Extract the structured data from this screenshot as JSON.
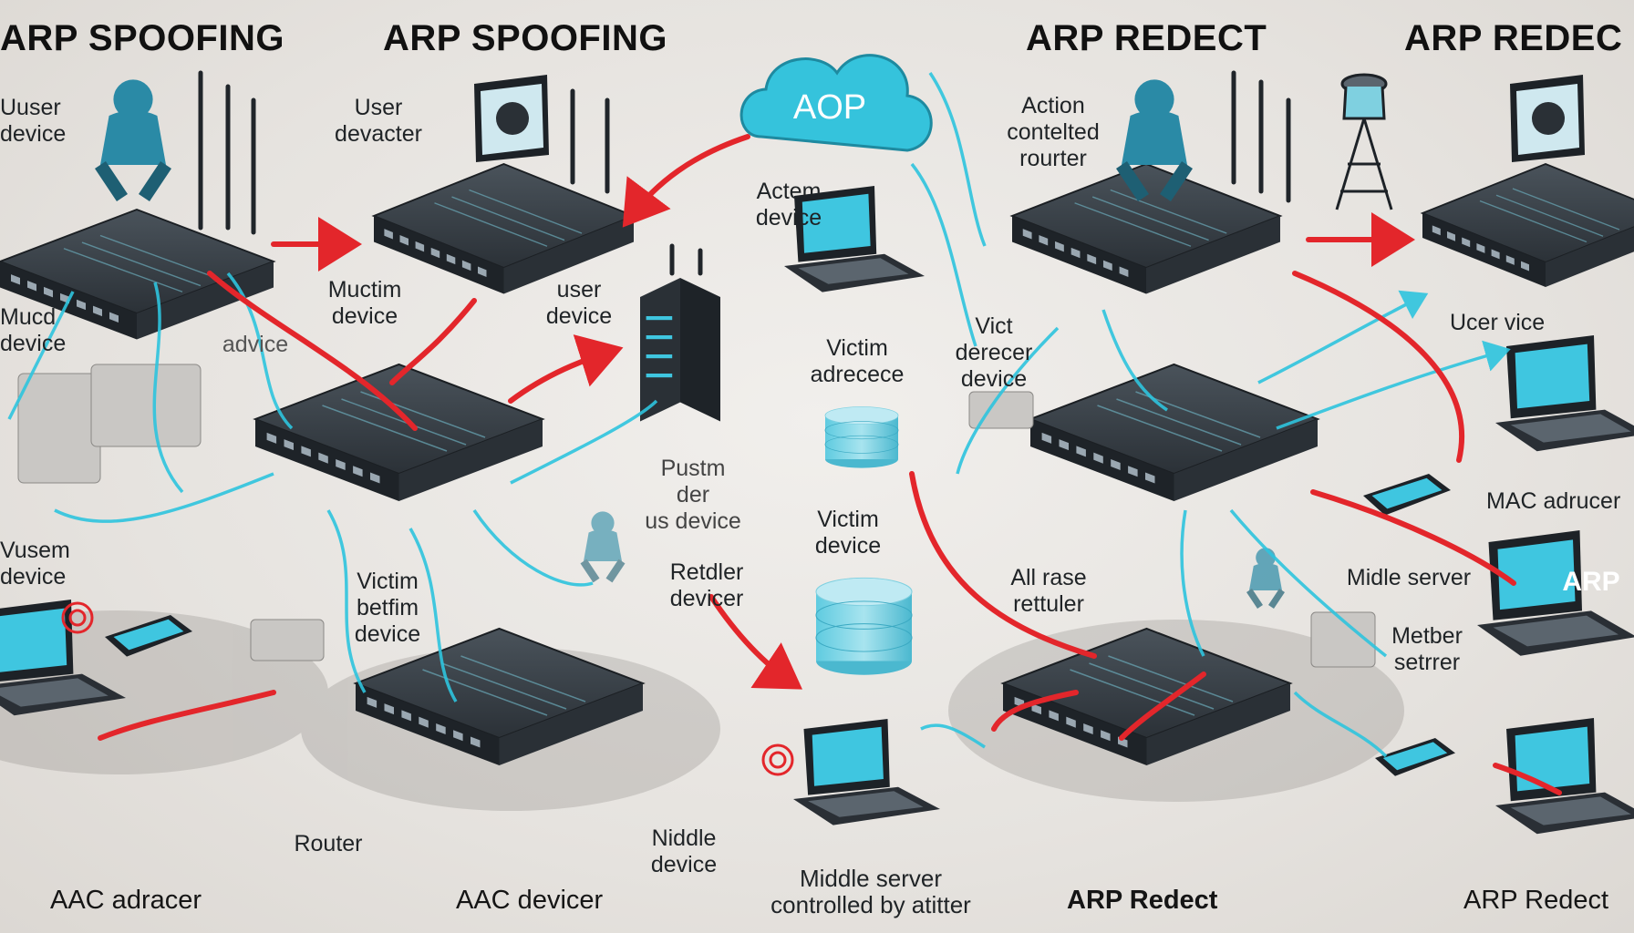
{
  "headings": [
    "ARP SPOOFING",
    "ARP SPOOFING",
    "ARP REDECT",
    "ARP REDEC"
  ],
  "cloud_label": "AOP",
  "laptop_screen_text": "ARP",
  "labels": {
    "user_device_1": "Uuser\ndevice",
    "user_devacter": "User\ndevacter",
    "mucd_device": "Mucd\ndevice",
    "muctim_device": "Muctim\ndevice",
    "advice": "advice",
    "user_device_2": "user\ndevice",
    "actem_device": "Actem\ndevice",
    "action_router": "Action\ncontelted\nrourter",
    "victim_adrecece": "Victim\nadrecece",
    "vict_device": "Vict\nderecer\ndevice",
    "ucer_vice": "Ucer            vice",
    "pustm_device": "Pustm\nder\nus device",
    "vusem_device": "Vusem\ndevice",
    "victim_device_1": "Victim\ndevice",
    "mac_adrucer": "MAC adrucer",
    "all_rase": "All rase\nrettuler",
    "midle_server": "Midle server",
    "victim_betfim": "Victim\nbetfim\ndevice",
    "retdler": "Retdler\ndevicer",
    "metber": "Metber\nsetrrer",
    "router": "Router",
    "niddle": "Niddle\ndevice"
  },
  "footer": {
    "aac_adracer": "AAC adracer",
    "aac_devicer": "AAC devicer",
    "middle_server": "Middle server\ncontrolled by atitter",
    "arp_redect_1": "ARP Redect",
    "arp_redect_2": "ARP Redect"
  },
  "colors": {
    "background": "#e9e6e2",
    "device_dark": "#2a2f35",
    "cable_cyan": "#2ec4de",
    "arrow_red": "#e3262b",
    "screen_cyan": "#3fc6e0"
  }
}
